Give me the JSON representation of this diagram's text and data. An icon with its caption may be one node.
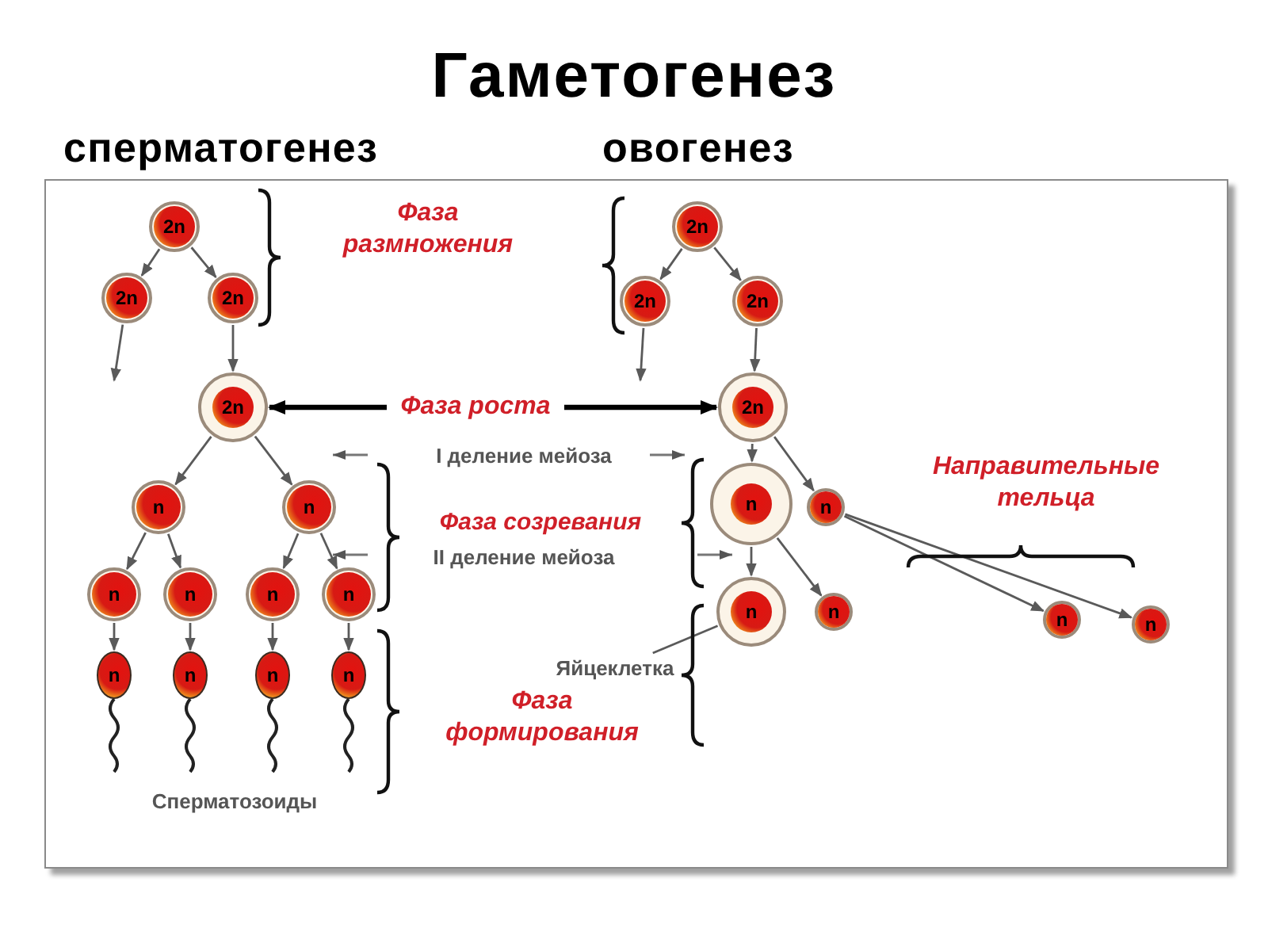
{
  "diagram": {
    "title": "Гаметогенез",
    "nodes": [
      {
        "text": [
          "2n"
        ]
      },
      {
        "text": [
          "2n"
        ]
      },
      {
        "text": [
          "2n"
        ]
      },
      {
        "text": [
          "2n"
        ]
      },
      {
        "text": [
          "n"
        ]
      },
      {
        "text": [
          "n"
        ]
      },
      {
        "text": [
          "n"
        ]
      },
      {
        "text": [
          "n"
        ]
      },
      {
        "text": [
          "n"
        ]
      },
      {
        "text": [
          "n"
        ]
      },
      {
        "text": [
          "n"
        ]
      },
      {
        "text": [
          "n"
        ]
      },
      {
        "text": [
          "n"
        ]
      },
      {
        "text": [
          "n"
        ]
      },
      {
        "text": [
          "2n"
        ]
      },
      {
        "text": [
          "2n"
        ]
      },
      {
        "text": [
          "2n"
        ]
      },
      {
        "text": [
          "2n"
        ]
      },
      {
        "text": [
          "n"
        ]
      },
      {
        "text": [
          "n"
        ]
      },
      {
        "text": [
          "n"
        ]
      },
      {
        "text": [
          "n"
        ]
      },
      {
        "text": [
          "n"
        ]
      },
      {
        "text": [
          "n"
        ]
      },
      {
        "text": [
          "Фаза роста"
        ]
      },
      {
        "text": [
          "Яйцеклетка"
        ]
      }
    ],
    "edges": [
      {
        "from": 0,
        "to": 1,
        "arrow": "to"
      },
      {
        "from": 0,
        "to": 2,
        "arrow": "to"
      },
      {
        "from": 1,
        "to": null,
        "arrow": "to"
      },
      {
        "from": 2,
        "to": 3,
        "arrow": "to"
      },
      {
        "from": 3,
        "to": 4,
        "arrow": "to"
      },
      {
        "from": 3,
        "to": 5,
        "arrow": "to"
      },
      {
        "from": 4,
        "to": 6,
        "arrow": "to"
      },
      {
        "from": 4,
        "to": 7,
        "arrow": "to"
      },
      {
        "from": 5,
        "to": 8,
        "arrow": "to"
      },
      {
        "from": 5,
        "to": 9,
        "arrow": "to"
      },
      {
        "from": 6,
        "to": 10,
        "arrow": "to"
      },
      {
        "from": 7,
        "to": 11,
        "arrow": "to"
      },
      {
        "from": 8,
        "to": 12,
        "arrow": "to"
      },
      {
        "from": 9,
        "to": 13,
        "arrow": "to"
      },
      {
        "from": 14,
        "to": 15,
        "arrow": "to"
      },
      {
        "from": 14,
        "to": 16,
        "arrow": "to"
      },
      {
        "from": 15,
        "to": null,
        "arrow": "to"
      },
      {
        "from": 16,
        "to": 17,
        "arrow": "to"
      },
      {
        "from": 17,
        "to": 18,
        "arrow": "to"
      },
      {
        "from": 17,
        "to": 19,
        "arrow": "to"
      },
      {
        "from": 18,
        "to": 20,
        "arrow": "to"
      },
      {
        "from": 18,
        "to": 21,
        "arrow": "to"
      },
      {
        "from": 19,
        "to": 22,
        "arrow": "to"
      },
      {
        "from": 19,
        "to": 23,
        "arrow": "to"
      },
      {
        "from": 24,
        "to": 3,
        "arrow": "to",
        "style": "thick",
        "color": "#000000"
      },
      {
        "from": 24,
        "to": 17,
        "arrow": "to",
        "style": "thick",
        "color": "#000000"
      },
      {
        "from": 25,
        "to": 20,
        "arrow": "none"
      }
    ],
    "labels": [
      "сперматогенез",
      "овогенез",
      "Фаза размножения",
      "I деление мейоза",
      "Направительные тельца",
      "Фаза созревания",
      "II деление мейоза",
      "Фаза формирования",
      "Сперматозоиды"
    ]
  }
}
